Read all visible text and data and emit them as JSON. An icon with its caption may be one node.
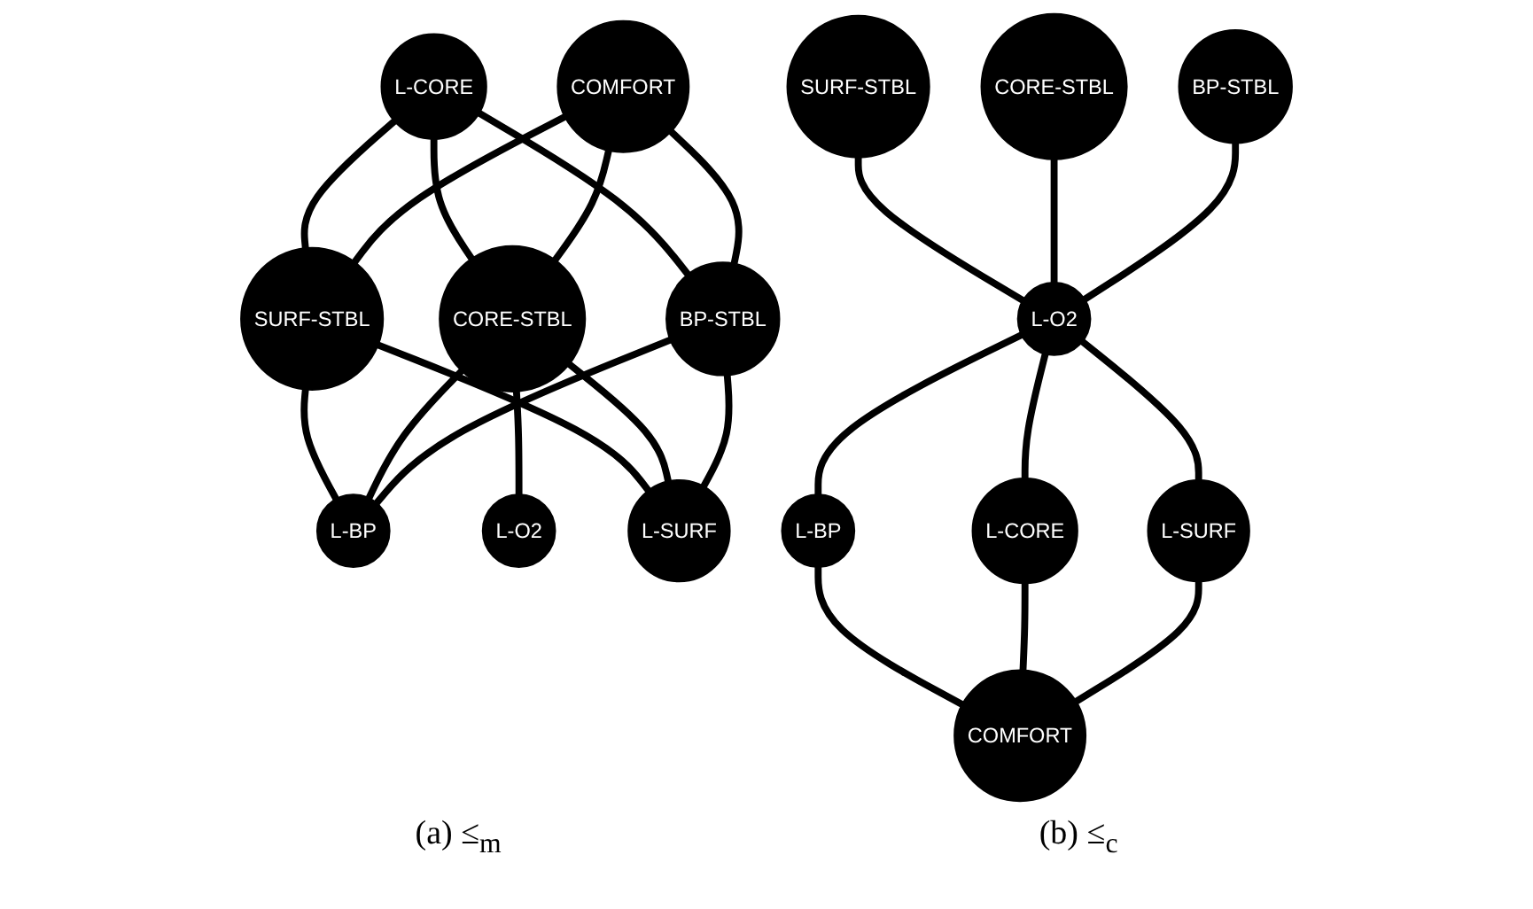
{
  "diagram": {
    "nodes": [
      {
        "text": [
          "L-CORE"
        ]
      },
      {
        "text": [
          "COMFORT"
        ]
      },
      {
        "text": [
          "SURF-STBL"
        ]
      },
      {
        "text": [
          "CORE-STBL"
        ]
      },
      {
        "text": [
          "BP-STBL"
        ]
      },
      {
        "text": [
          "L-BP"
        ]
      },
      {
        "text": [
          "L-O2"
        ]
      },
      {
        "text": [
          "L-SURF"
        ]
      },
      {
        "text": [
          "SURF-STBL"
        ]
      },
      {
        "text": [
          "CORE-STBL"
        ]
      },
      {
        "text": [
          "BP-STBL"
        ]
      },
      {
        "text": [
          "L-O2"
        ]
      },
      {
        "text": [
          "L-BP"
        ]
      },
      {
        "text": [
          "L-CORE"
        ]
      },
      {
        "text": [
          "L-SURF"
        ]
      },
      {
        "text": [
          "COMFORT"
        ]
      }
    ],
    "edges": [
      {
        "from": 0,
        "to": 2,
        "arrow": "none"
      },
      {
        "from": 0,
        "to": 3,
        "arrow": "none"
      },
      {
        "from": 0,
        "to": 4,
        "arrow": "none"
      },
      {
        "from": 1,
        "to": 2,
        "arrow": "none"
      },
      {
        "from": 1,
        "to": 3,
        "arrow": "none"
      },
      {
        "from": 1,
        "to": 4,
        "arrow": "none"
      },
      {
        "from": 2,
        "to": 5,
        "arrow": "none"
      },
      {
        "from": 2,
        "to": 7,
        "arrow": "none"
      },
      {
        "from": 3,
        "to": 5,
        "arrow": "none"
      },
      {
        "from": 3,
        "to": 6,
        "arrow": "none"
      },
      {
        "from": 3,
        "to": 7,
        "arrow": "none"
      },
      {
        "from": 4,
        "to": 5,
        "arrow": "none"
      },
      {
        "from": 4,
        "to": 7,
        "arrow": "none"
      },
      {
        "from": 8,
        "to": 11,
        "arrow": "none"
      },
      {
        "from": 9,
        "to": 11,
        "arrow": "none"
      },
      {
        "from": 10,
        "to": 11,
        "arrow": "none"
      },
      {
        "from": 11,
        "to": 12,
        "arrow": "none"
      },
      {
        "from": 11,
        "to": 13,
        "arrow": "none"
      },
      {
        "from": 11,
        "to": 14,
        "arrow": "none"
      },
      {
        "from": 12,
        "to": 15,
        "arrow": "none"
      },
      {
        "from": 13,
        "to": 15,
        "arrow": "none"
      },
      {
        "from": 14,
        "to": 15,
        "arrow": "none"
      }
    ],
    "labels": [
      "(a) ≤$_{m}$",
      "(b) ≤$_{c}$"
    ]
  }
}
